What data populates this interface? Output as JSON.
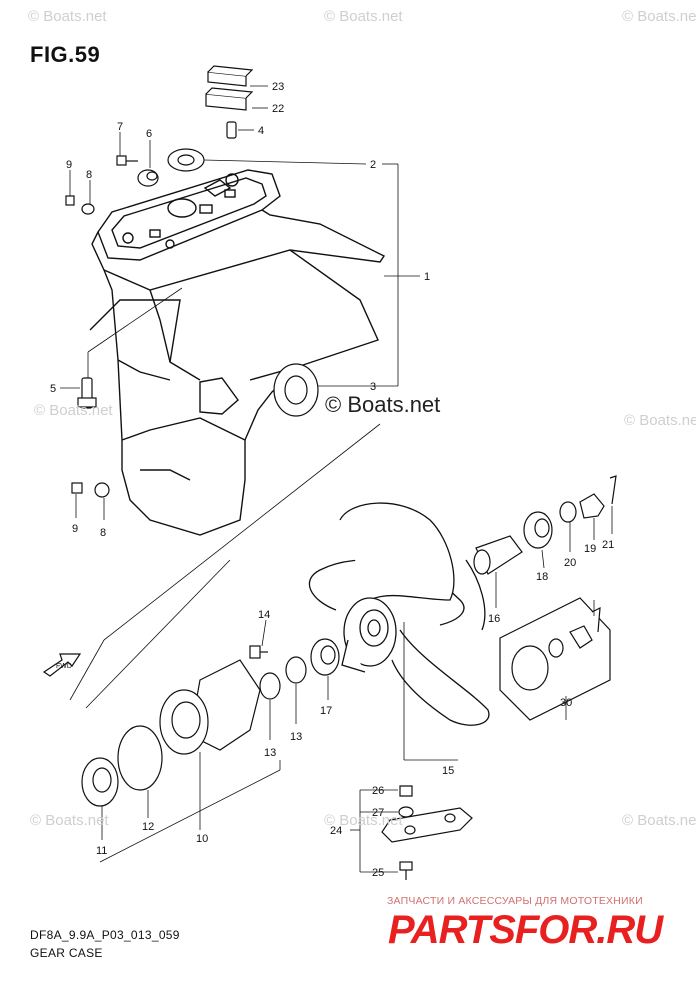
{
  "figure": {
    "title": "FIG.59",
    "code": "DF8A_9.9A_P03_013_059",
    "name": "GEAR CASE"
  },
  "watermark": {
    "brand": "© Boats.net",
    "repeat": "© Boats.net"
  },
  "shop": {
    "tagline": "ЗАПЧАСТИ И АКСЕССУАРЫ ДЛЯ МОТОТЕХНИКИ",
    "logo": "PARTSFOR.RU",
    "color": "#e82020"
  },
  "direction_tag": "FWD",
  "callouts": [
    "1",
    "2",
    "3",
    "4",
    "5",
    "6",
    "7",
    "8",
    "8",
    "9",
    "9",
    "10",
    "11",
    "12",
    "13",
    "13",
    "14",
    "15",
    "16",
    "17",
    "18",
    "19",
    "20",
    "21",
    "22",
    "23",
    "24",
    "25",
    "26",
    "27",
    "30"
  ]
}
